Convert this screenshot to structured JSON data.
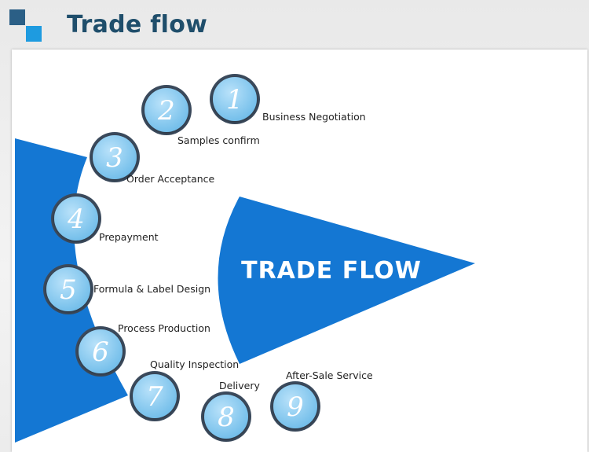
{
  "header": {
    "title": "Trade flow"
  },
  "diagram": {
    "center_label": "TRADE FLOW",
    "colors": {
      "primary": "#1477d3",
      "bubble": "#8ecdf3",
      "bubble_ring": "#3b4a5c"
    },
    "steps": [
      {
        "number": "1",
        "label": "Business Negotiation"
      },
      {
        "number": "2",
        "label": "Samples confirm"
      },
      {
        "number": "3",
        "label": "Order Acceptance"
      },
      {
        "number": "4",
        "label": "Prepayment"
      },
      {
        "number": "5",
        "label": "Formula & Label Design"
      },
      {
        "number": "6",
        "label": "Process Production"
      },
      {
        "number": "7",
        "label": "Quality Inspection"
      },
      {
        "number": "8",
        "label": "Delivery"
      },
      {
        "number": "9",
        "label": "After-Sale Service"
      }
    ]
  }
}
